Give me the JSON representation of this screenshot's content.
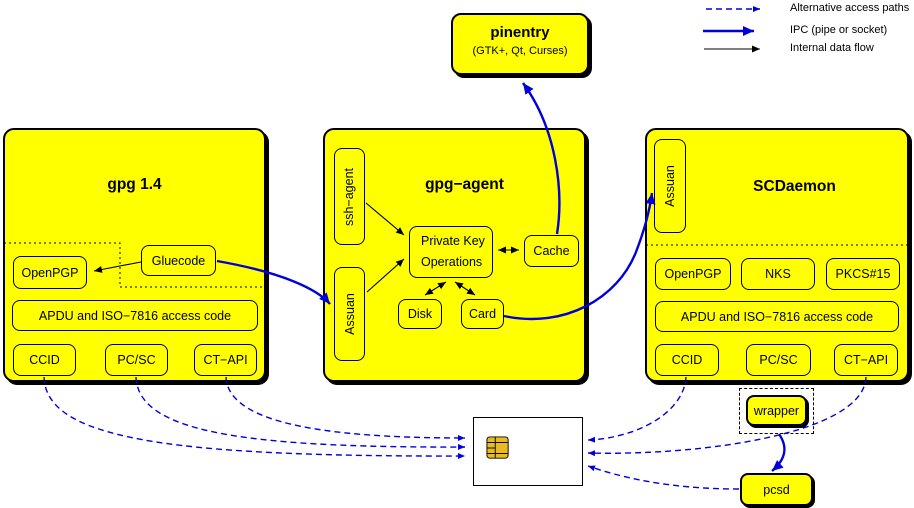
{
  "legend": {
    "alt": "Alternative access paths",
    "ipc": "IPC (pipe or socket)",
    "internal": "Internal data flow"
  },
  "pinentry": {
    "title": "pinentry",
    "subtitle": "(GTK+, Qt, Curses)"
  },
  "gpg14": {
    "title": "gpg 1.4",
    "openpgp": "OpenPGP",
    "gluecode": "Gluecode",
    "apdu": "APDU and ISO−7816 access code",
    "ccid": "CCID",
    "pcsc": "PC/SC",
    "ctapi": "CT−API"
  },
  "agent": {
    "title": "gpg−agent",
    "ssh": "ssh−agent",
    "assuan": "Assuan",
    "pko1": "Private Key",
    "pko2": "Operations",
    "cache": "Cache",
    "disk": "Disk",
    "card": "Card"
  },
  "scd": {
    "title": "SCDaemon",
    "assuan": "Assuan",
    "openpgp": "OpenPGP",
    "nks": "NKS",
    "pkcs15": "PKCS#15",
    "apdu": "APDU and ISO−7816 access code",
    "ccid": "CCID",
    "pcsc": "PC/SC",
    "ctapi": "CT−API"
  },
  "bottom": {
    "wrapper": "wrapper",
    "pcsd": "pcsd"
  },
  "colors": {
    "fill": "#ffff00",
    "blue": "#0000dd"
  }
}
